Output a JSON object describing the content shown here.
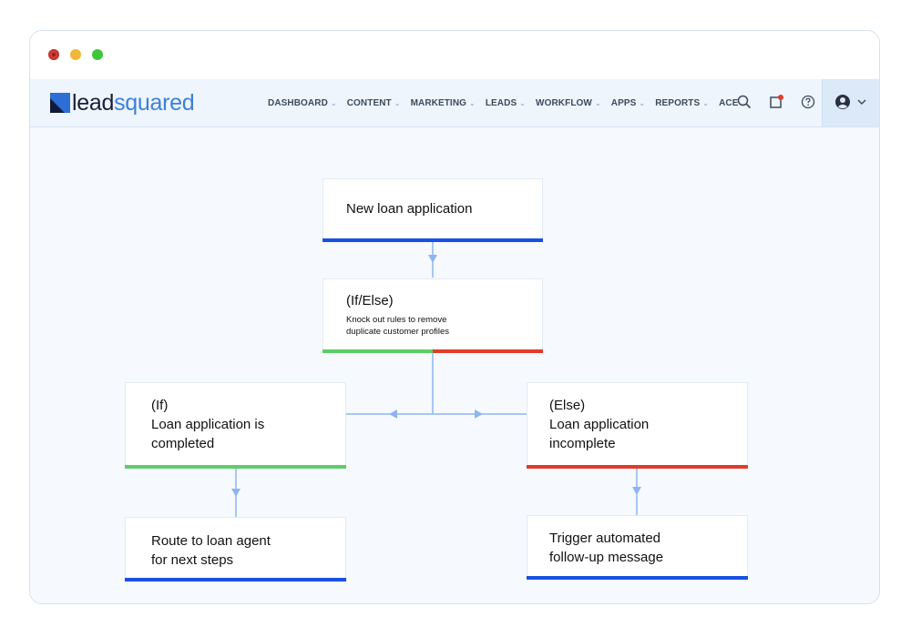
{
  "window": {
    "traffic_lights": [
      "close",
      "minimize",
      "maximize"
    ]
  },
  "brand": {
    "logo_part1": "lead",
    "logo_part2": "squared",
    "color_dark": "#1a1f3a",
    "color_blue": "#3c7fdc"
  },
  "nav": {
    "items": [
      {
        "label": "DASHBOARD"
      },
      {
        "label": "CONTENT"
      },
      {
        "label": "MARKETING"
      },
      {
        "label": "LEADS"
      },
      {
        "label": "WORKFLOW"
      },
      {
        "label": "APPS"
      },
      {
        "label": "REPORTS"
      },
      {
        "label": "ACE"
      }
    ],
    "icons": [
      "search-icon",
      "notification-icon",
      "help-icon",
      "user-avatar-icon",
      "chevron-down-icon"
    ]
  },
  "flow": {
    "start": {
      "title": "New loan application"
    },
    "condition": {
      "title": "(If/Else)",
      "subtitle_line1": "Knock out rules to remove",
      "subtitle_line2": "duplicate customer profiles"
    },
    "if_branch": {
      "label": "(If)",
      "line1": "Loan application is",
      "line2": "completed"
    },
    "else_branch": {
      "label": "(Else)",
      "line1": "Loan application",
      "line2": "incomplete"
    },
    "if_action": {
      "line1": "Route to loan agent",
      "line2": "for next steps"
    },
    "else_action": {
      "line1": "Trigger automated",
      "line2": "follow-up message"
    }
  },
  "colors": {
    "action_bar": "#1750e3",
    "if_bar": "#5ccd6a",
    "else_bar": "#e23b2a",
    "connector": "#8fb5f0"
  }
}
